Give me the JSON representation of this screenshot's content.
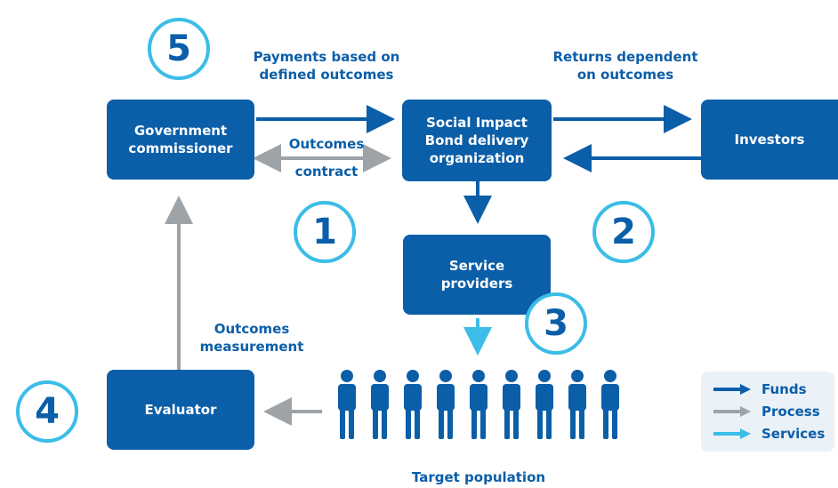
{
  "nodes": {
    "government": "Government\ncommissioner",
    "sib": "Social Impact\nBond delivery\norganization",
    "investors": "Investors",
    "service_providers": "Service\nproviders",
    "evaluator": "Evaluator"
  },
  "labels": {
    "payments": "Payments based on\ndefined outcomes",
    "returns": "Returns dependent\non outcomes",
    "outcomes_contract_top": "Outcomes",
    "outcomes_contract_bottom": "contract",
    "outcomes_measurement": "Outcomes\nmeasurement",
    "target_population": "Target population"
  },
  "steps": [
    "5",
    "1",
    "2",
    "3",
    "4"
  ],
  "legend": [
    {
      "label": "Funds",
      "color": "#0b5ea8"
    },
    {
      "label": "Process",
      "color": "#9ea3a8"
    },
    {
      "label": "Services",
      "color": "#3bbde8"
    }
  ],
  "colors": {
    "funds": "#0b5ea8",
    "process": "#9ea3a8",
    "services": "#3bbde8",
    "circle": "#3bbde8"
  }
}
